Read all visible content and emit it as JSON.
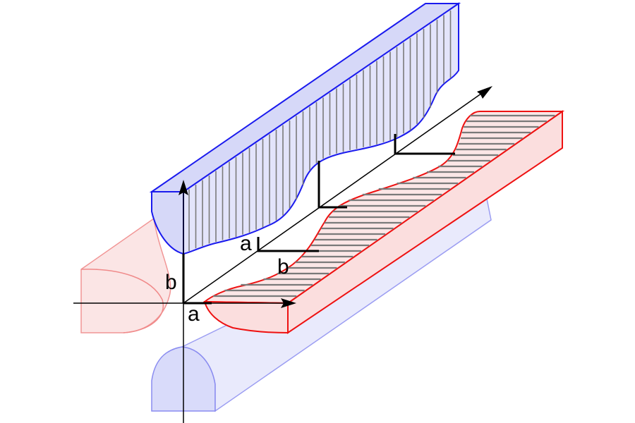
{
  "diagram": {
    "labels": {
      "a_bottom": "a",
      "b_left": "b",
      "a_mid": "a",
      "b_mid": "b"
    },
    "colors": {
      "blue_stroke": "#1a1aee",
      "blue_fill": "#d6d8f8",
      "red_stroke": "#ee1111",
      "red_fill": "#fbdede",
      "hatch": "#7a7a7a",
      "axis": "#000000"
    }
  }
}
